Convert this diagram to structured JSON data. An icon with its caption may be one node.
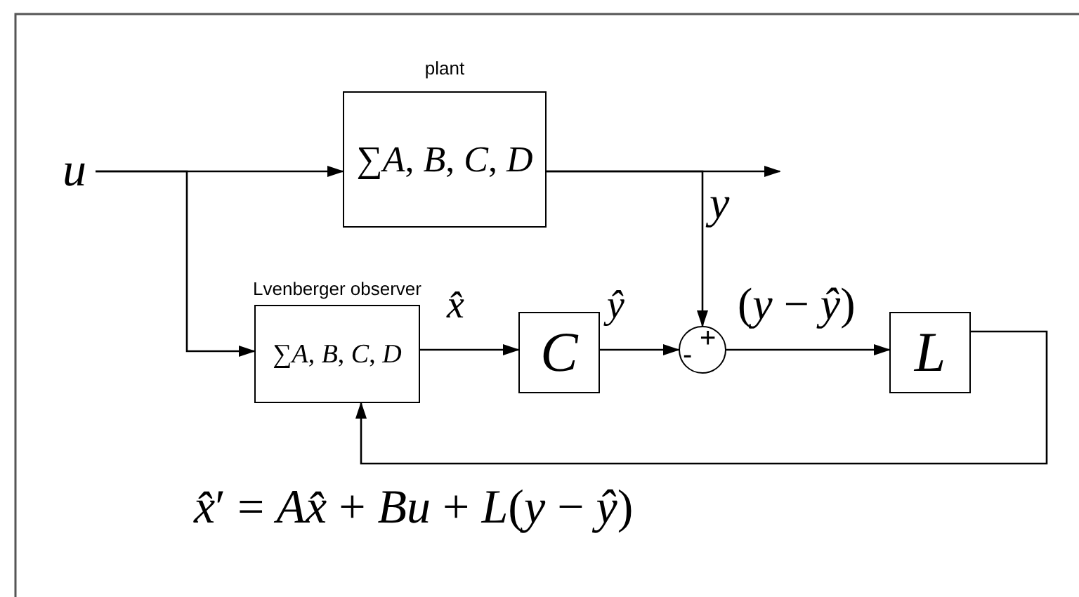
{
  "diagram": {
    "nodes": [
      {
        "text": [
          "*u*"
        ]
      },
      {
        "text": [
          "plant",
          "∑*A*, *B*, *C*, *D*"
        ]
      },
      {
        "text": [
          "Lvenberger observer",
          "∑*A*, *B*, *C*, *D*"
        ]
      },
      {
        "text": [
          "*C*"
        ]
      },
      {
        "text": [
          "+",
          "-"
        ]
      },
      {
        "text": [
          "*L*"
        ]
      }
    ],
    "edges": [
      {
        "from": 0,
        "to": 1,
        "arrow": "to"
      },
      {
        "from": 0,
        "to": 2,
        "arrow": "to"
      },
      {
        "from": 1,
        "to": null,
        "arrow": "to"
      },
      {
        "from": 1,
        "to": 4,
        "arrow": "to",
        "label": "*y*"
      },
      {
        "from": 2,
        "to": 3,
        "arrow": "to",
        "label": "*x̂*"
      },
      {
        "from": 3,
        "to": 4,
        "arrow": "to",
        "label": "*ŷ*"
      },
      {
        "from": 4,
        "to": 5,
        "arrow": "to",
        "label": "(*y* − *ŷ*)"
      },
      {
        "from": 5,
        "to": 2,
        "arrow": "to"
      }
    ],
    "labels": [
      "*x̂*′ = *Ax̂* + *Bu* + *L*(*y* − *ŷ*)"
    ]
  }
}
